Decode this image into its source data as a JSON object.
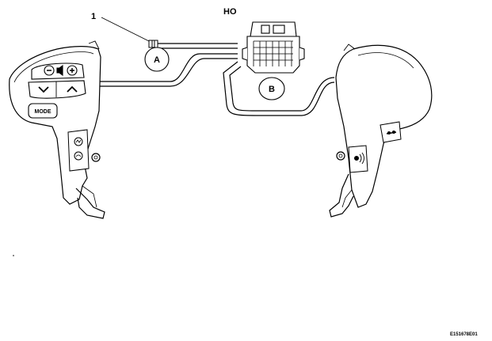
{
  "labels": {
    "part_number": "1",
    "connector": "HO",
    "circle_a": "A",
    "circle_b": "B",
    "mode_button": "MODE",
    "figure_id": "E151678E01"
  },
  "icons": {
    "volume_down": "minus-circle-icon",
    "volume_up": "plus-circle-icon",
    "speaker": "speaker-icon",
    "seek_down": "chevron-down-icon",
    "seek_up": "chevron-up-icon",
    "phone": "phone-icon",
    "voice": "voice-command-icon",
    "cruise": "cruise-control-icon"
  },
  "colors": {
    "line": "#000000",
    "background": "#ffffff"
  }
}
